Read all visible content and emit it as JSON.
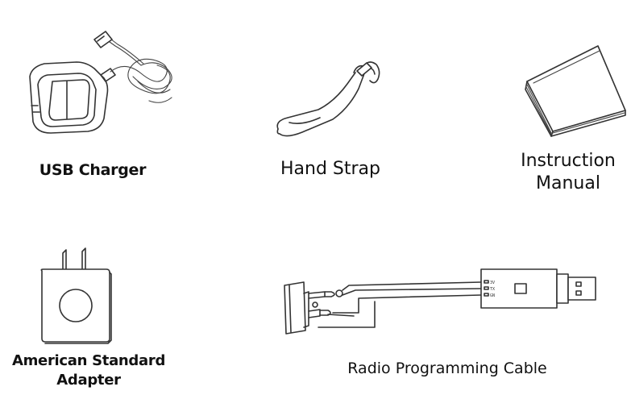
{
  "items": {
    "usb_charger": {
      "label": "USB Charger"
    },
    "hand_strap": {
      "label": "Hand Strap"
    },
    "instruction_manual": {
      "label_line1": "Instruction",
      "label_line2": "Manual"
    },
    "american_adapter": {
      "label_line1": "American Standard",
      "label_line2": "Adapter"
    },
    "programming_cable": {
      "label": "Radio Programming Cable",
      "pin_labels": [
        "3V",
        "TX",
        "GN"
      ]
    }
  }
}
